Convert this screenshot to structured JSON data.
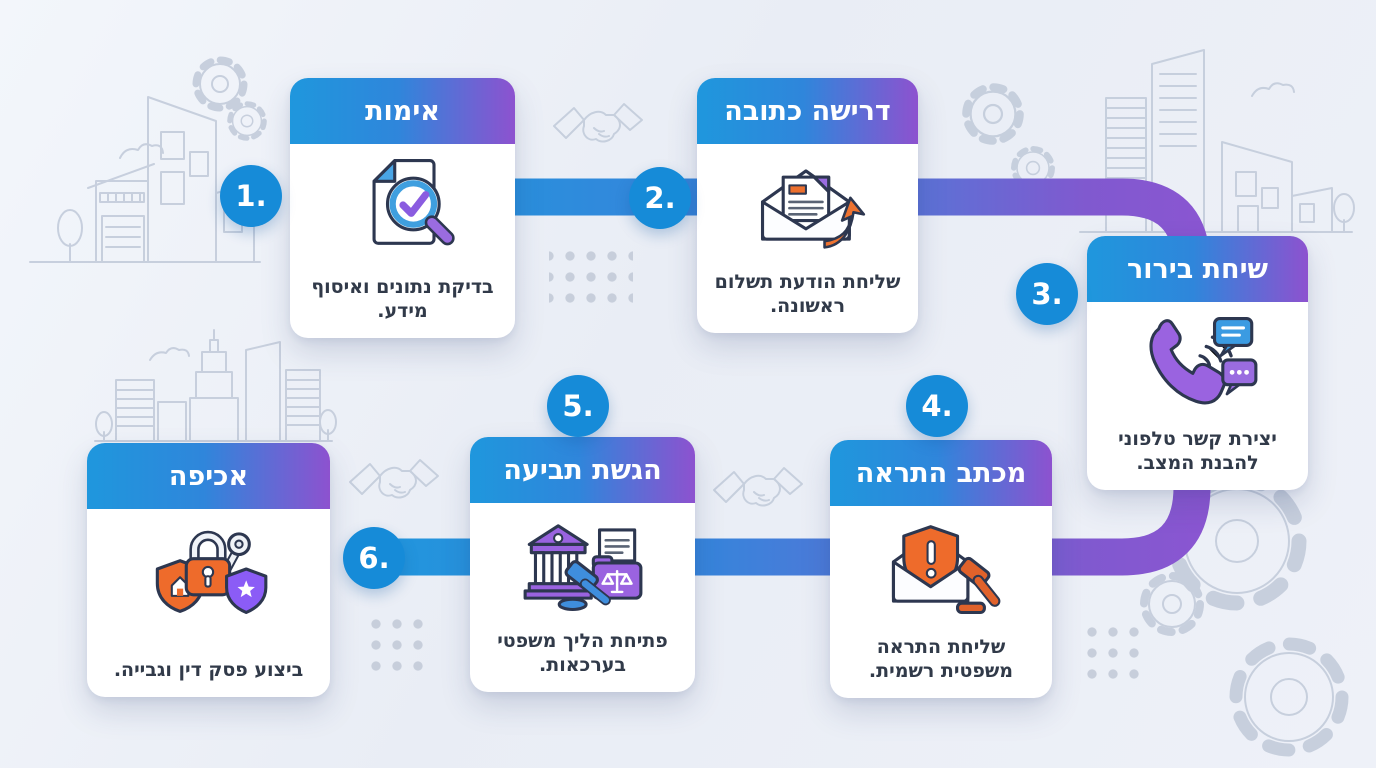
{
  "infographic": {
    "language": "he",
    "direction": "rtl",
    "steps": [
      {
        "number": "1.",
        "title": "אימות",
        "description": "בדיקת נתונים ואיסוף מידע.",
        "icon": "document-magnifier-check-icon"
      },
      {
        "number": "2.",
        "title": "דרישה כתובה",
        "description": "שליחת הודעת תשלום ראשונה.",
        "icon": "envelope-letter-send-icon"
      },
      {
        "number": "3.",
        "title": "שיחת בירור",
        "description": "יצירת קשר טלפוני להבנת המצב.",
        "icon": "phone-chat-bubbles-icon"
      },
      {
        "number": "4.",
        "title": "מכתב התראה",
        "description": "שליחת התראה משפטית רשמית.",
        "icon": "envelope-warning-gavel-icon"
      },
      {
        "number": "5.",
        "title": "הגשת תביעה",
        "description": "פתיחת הליך משפטי בערכאות.",
        "icon": "courthouse-gavel-folder-icon"
      },
      {
        "number": "6.",
        "title": "אכיפה",
        "description": "ביצוע פסק דין וגבייה.",
        "icon": "lock-key-shield-badge-icon"
      }
    ],
    "colors": {
      "background": "#edf1f8",
      "card_header_gradient_start": "#1f97dd",
      "card_header_gradient_end": "#8d52cf",
      "connector_blue": "#2a94dc",
      "connector_purple": "#8a5ad1",
      "number_circle": "#168bd8",
      "title_text": "#ffffff",
      "body_text": "#313a49",
      "line_art": "#c3ccdb"
    },
    "background_art": [
      "house-outline-top-left",
      "gears-top-left",
      "handshake-top",
      "dot-grid-top",
      "city-skyline-bottom-left",
      "handshake-left",
      "handshake-middle",
      "gears-top-right",
      "city-skyline-top-right",
      "gears-bottom-right",
      "dot-grid-bottom-left",
      "dot-grid-bottom-right"
    ]
  }
}
